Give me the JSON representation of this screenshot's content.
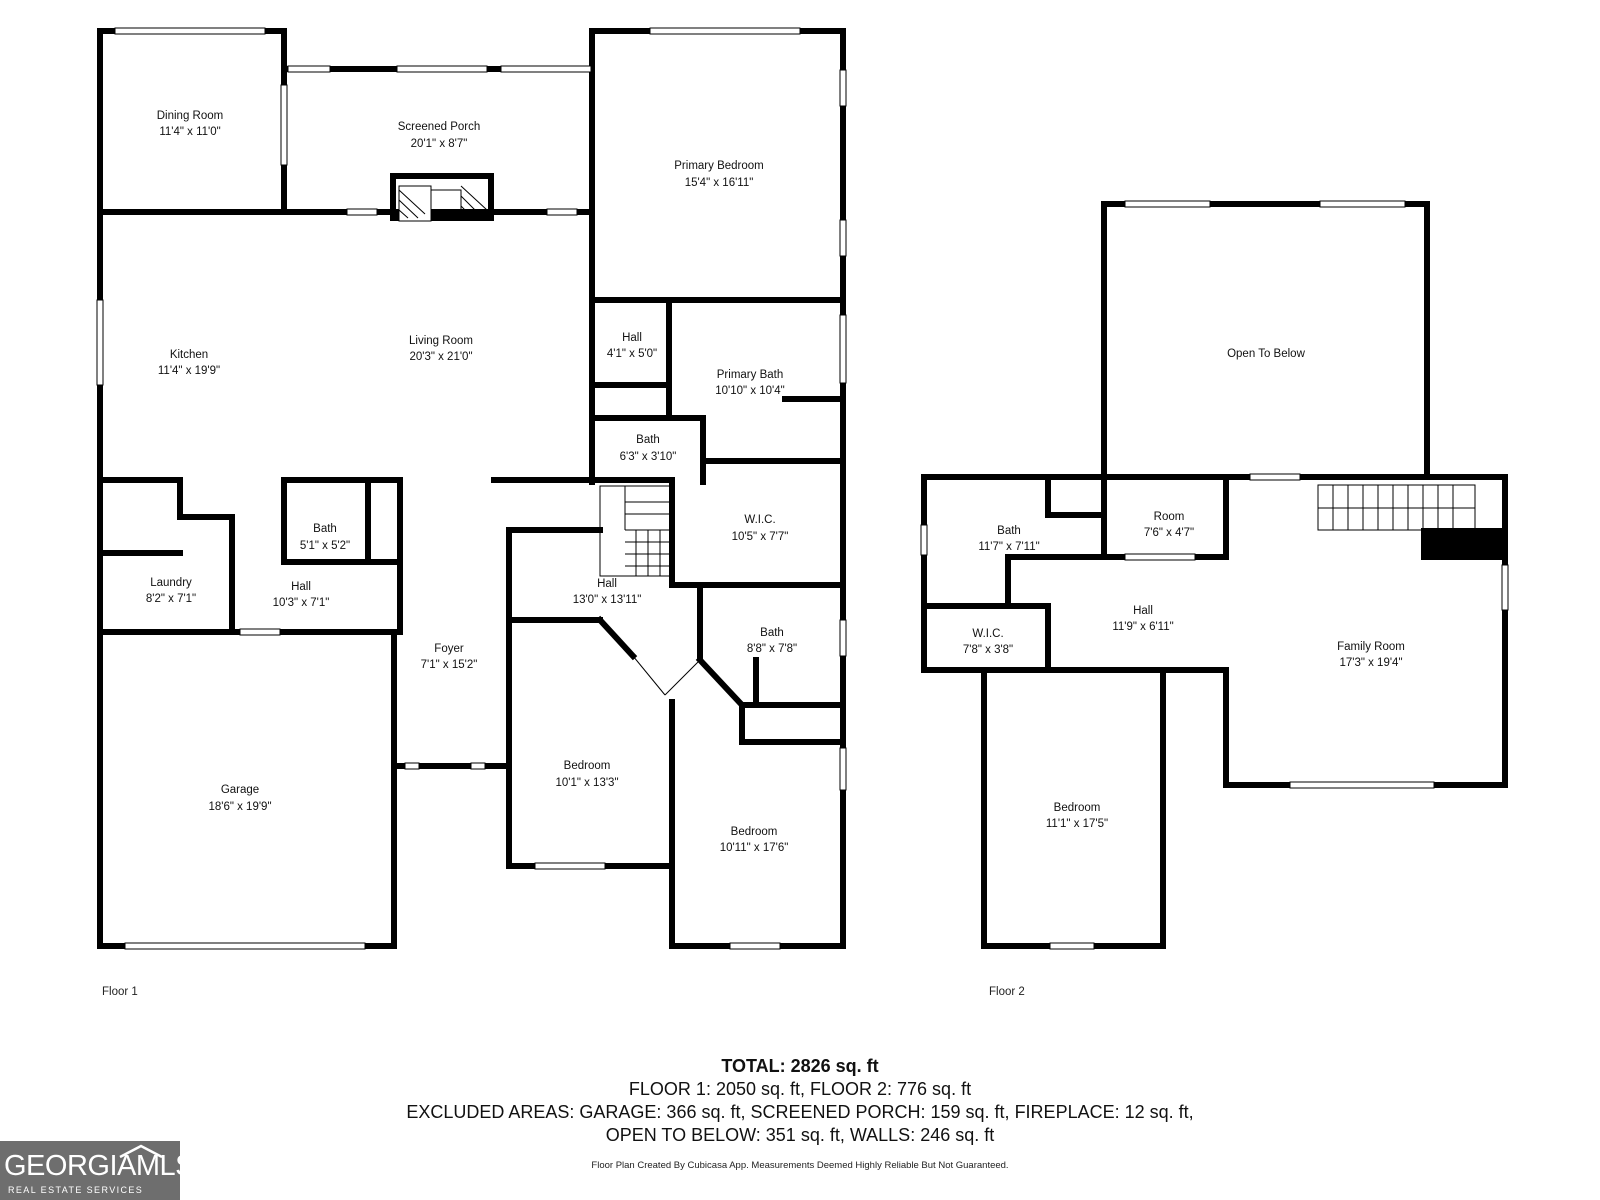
{
  "floor1": {
    "label": "Floor 1",
    "rooms": {
      "dining": {
        "name": "Dining Room",
        "dims": "11'4\" x 11'0\""
      },
      "porch": {
        "name": "Screened Porch",
        "dims": "20'1\" x 8'7\""
      },
      "primary_bedroom": {
        "name": "Primary Bedroom",
        "dims": "15'4\" x 16'11\""
      },
      "kitchen": {
        "name": "Kitchen",
        "dims": "11'4\" x 19'9\""
      },
      "living": {
        "name": "Living Room",
        "dims": "20'3\" x 21'0\""
      },
      "hall_small": {
        "name": "Hall",
        "dims": "4'1\" x 5'0\""
      },
      "primary_bath": {
        "name": "Primary Bath",
        "dims": "10'10\" x 10'4\""
      },
      "bath_a": {
        "name": "Bath",
        "dims": "6'3\" x 3'10\""
      },
      "wic": {
        "name": "W.I.C.",
        "dims": "10'5\" x 7'7\""
      },
      "bath_b": {
        "name": "Bath",
        "dims": "5'1\" x 5'2\""
      },
      "laundry": {
        "name": "Laundry",
        "dims": "8'2\" x 7'1\""
      },
      "hall_laundry": {
        "name": "Hall",
        "dims": "10'3\" x 7'1\""
      },
      "hall_center": {
        "name": "Hall",
        "dims": "13'0\" x 13'11\""
      },
      "bath_c": {
        "name": "Bath",
        "dims": "8'8\" x 7'8\""
      },
      "foyer": {
        "name": "Foyer",
        "dims": "7'1\" x 15'2\""
      },
      "bedroom_a": {
        "name": "Bedroom",
        "dims": "10'1\" x 13'3\""
      },
      "bedroom_b": {
        "name": "Bedroom",
        "dims": "10'11\" x 17'6\""
      },
      "garage": {
        "name": "Garage",
        "dims": "18'6\" x 19'9\""
      }
    }
  },
  "floor2": {
    "label": "Floor 2",
    "rooms": {
      "open": {
        "name": "Open To Below"
      },
      "bath": {
        "name": "Bath",
        "dims": "11'7\" x 7'11\""
      },
      "room": {
        "name": "Room",
        "dims": "7'6\" x 4'7\""
      },
      "hall": {
        "name": "Hall",
        "dims": "11'9\" x 6'11\""
      },
      "wic": {
        "name": "W.I.C.",
        "dims": "7'8\" x 3'8\""
      },
      "family": {
        "name": "Family Room",
        "dims": "17'3\" x 19'4\""
      },
      "bedroom": {
        "name": "Bedroom",
        "dims": "11'1\" x 17'5\""
      }
    }
  },
  "summary": {
    "total": "TOTAL: 2826 sq. ft",
    "floors": "FLOOR 1: 2050 sq. ft, FLOOR 2: 776 sq. ft",
    "excluded": "EXCLUDED AREAS: GARAGE: 366 sq. ft, SCREENED PORCH: 159 sq. ft, FIREPLACE: 12 sq. ft,",
    "open_walls": "OPEN TO BELOW: 351 sq. ft, WALLS: 246 sq. ft"
  },
  "disclaimer": "Floor Plan Created By Cubicasa App. Measurements Deemed Highly Reliable But Not Guaranteed.",
  "logo": {
    "brand": "GEORGIAMLS",
    "tagline": "REAL ESTATE SERVICES"
  },
  "colors": {
    "wall": "#000000",
    "logo_bg": "#6e6e6e",
    "paper": "#ffffff"
  }
}
